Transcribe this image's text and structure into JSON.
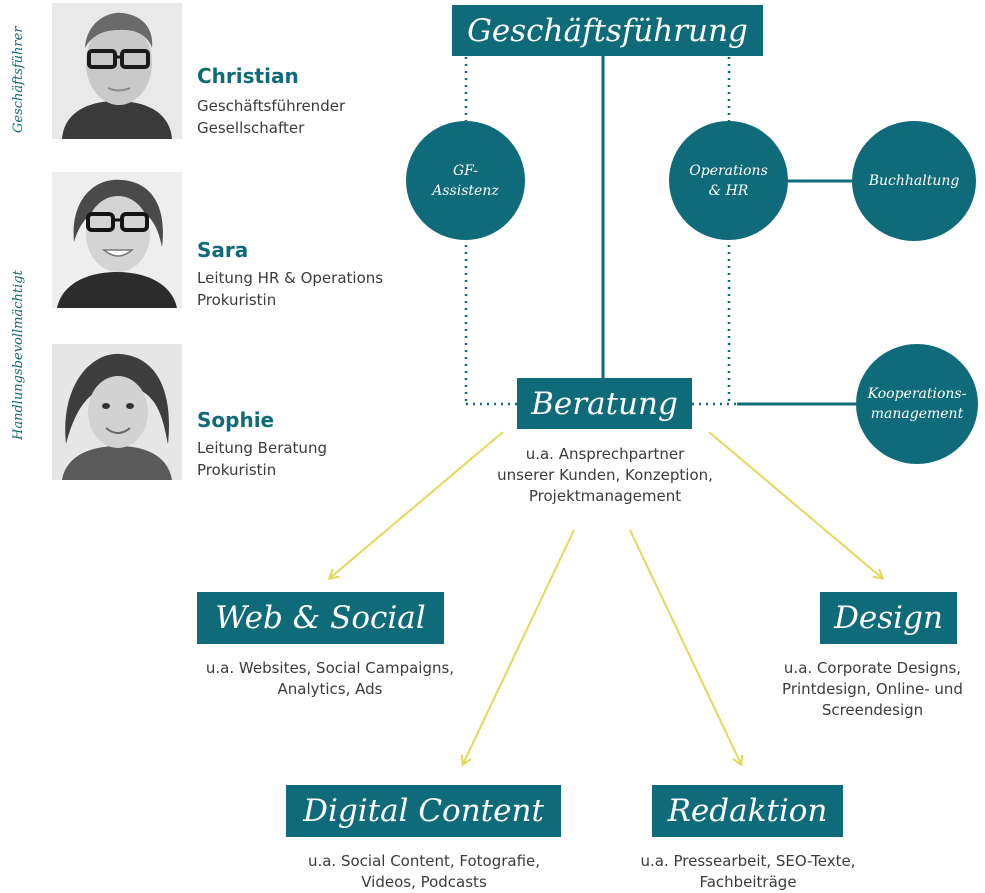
{
  "side_labels": {
    "top": "Geschäftsführer",
    "middle": "Handlungsbevollmächtigt"
  },
  "people": [
    {
      "name": "Christian",
      "role_line1": "Geschäftsführender",
      "role_line2": "Gesellschafter"
    },
    {
      "name": "Sara",
      "role_line1": "Leitung HR & Operations",
      "role_line2": "Prokuristin"
    },
    {
      "name": "Sophie",
      "role_line1": "Leitung Beratung",
      "role_line2": "Prokuristin"
    }
  ],
  "org": {
    "top": "Geschäftsführung",
    "gf_assistenz_l1": "GF-",
    "gf_assistenz_l2": "Assistenz",
    "operations_l1": "Operations",
    "operations_l2": "& HR",
    "buchhaltung": "Buchhaltung",
    "kooperation_l1": "Kooperations-",
    "kooperation_l2": "management",
    "beratung": "Beratung",
    "beratung_desc_l1": "u.a. Ansprechpartner",
    "beratung_desc_l2": "unserer Kunden, Konzeption,",
    "beratung_desc_l3": "Projektmanagement"
  },
  "teams": {
    "web": {
      "title": "Web & Social",
      "l1": "u.a. Websites, Social Campaigns,",
      "l2": "Analytics, Ads"
    },
    "design": {
      "title": "Design",
      "l1": "u.a. Corporate Designs,",
      "l2": "Printdesign, Online- und",
      "l3": "Screendesign"
    },
    "digital": {
      "title": "Digital Content",
      "l1": "u.a. Social Content, Fotografie,",
      "l2": "Videos, Podcasts"
    },
    "redaktion": {
      "title": "Redaktion",
      "l1": "u.a. Pressearbeit, SEO-Texte,",
      "l2": "Fachbeiträge"
    }
  },
  "colors": {
    "primary": "#0f6a79",
    "arrow": "#e3d85a"
  }
}
